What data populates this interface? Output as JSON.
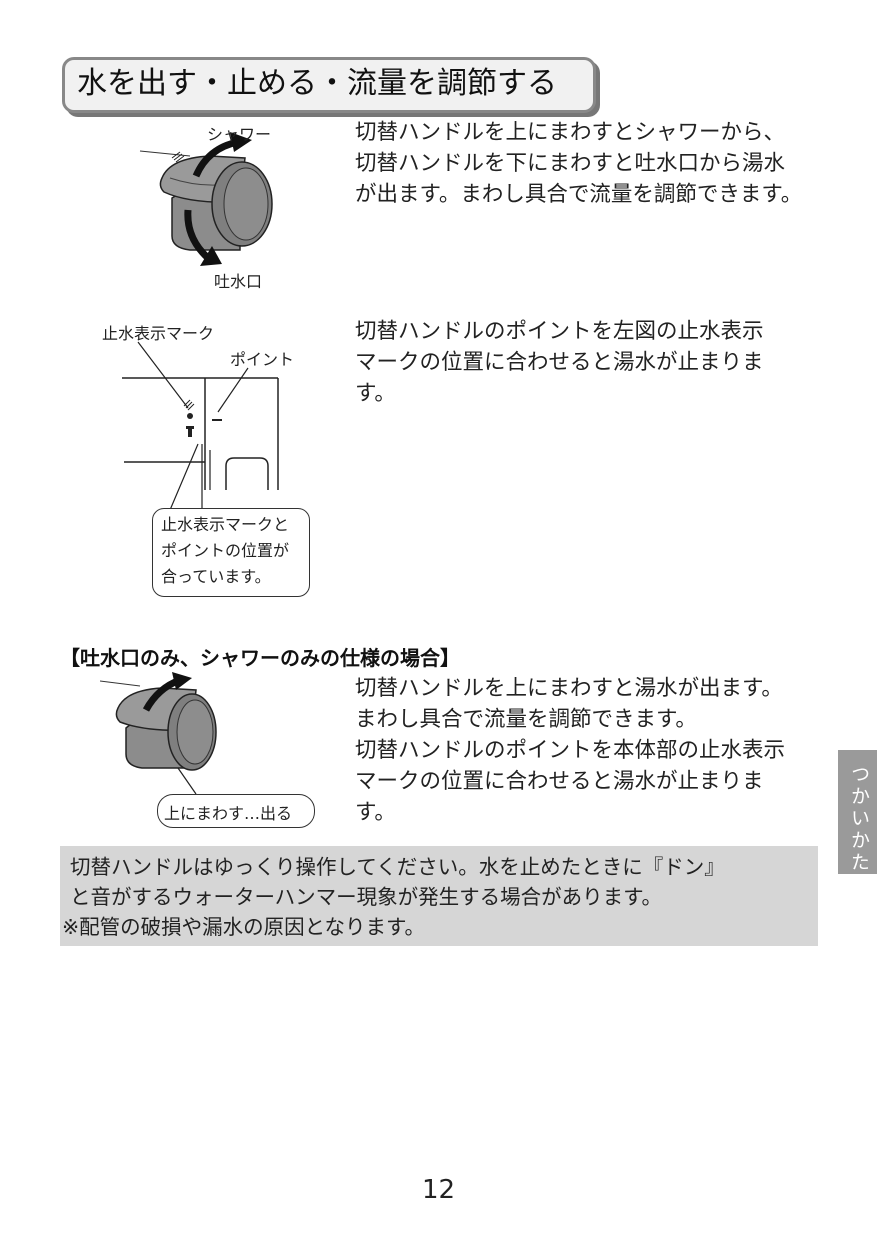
{
  "title": "水を出す・止める・流量を調節する",
  "section1": {
    "label_shower": "シャワー",
    "label_spout": "吐水口",
    "lines": [
      "切替ハンドルを上にまわすとシャワーから、",
      "切替ハンドルを下にまわすと吐水口から湯水",
      "が出ます。まわし具合で流量を調節できます。"
    ]
  },
  "section2": {
    "label_stop_mark": "止水表示マーク",
    "label_point": "ポイント",
    "callout_lines": [
      "止水表示マークと",
      "ポイントの位置が",
      "合っています。"
    ],
    "lines": [
      "切替ハンドルのポイントを左図の止水表示",
      "マークの位置に合わせると湯水が止まりま",
      "す。"
    ]
  },
  "section3": {
    "heading": "【吐水口のみ、シャワーのみの仕様の場合】",
    "pill_label": "上にまわす…出る",
    "lines": [
      "切替ハンドルを上にまわすと湯水が出ます。",
      "まわし具合で流量を調節できます。",
      "切替ハンドルのポイントを本体部の止水表示",
      "マークの位置に合わせると湯水が止まりま",
      "す。"
    ]
  },
  "note": {
    "lines": [
      "切替ハンドルはゆっくり操作してください。水を止めたときに『ドン』",
      "と音がするウォーターハンマー現象が発生する場合があります。",
      "※配管の破損や漏水の原因となります。"
    ]
  },
  "side_tab": "つかいかた",
  "page_number": "12",
  "colors": {
    "title_border": "#888888",
    "title_bg": "#f1f1f1",
    "note_bg": "#d6d6d6",
    "side_tab_bg": "#9a9a9a",
    "handle_gray": "#8c8c8c"
  }
}
